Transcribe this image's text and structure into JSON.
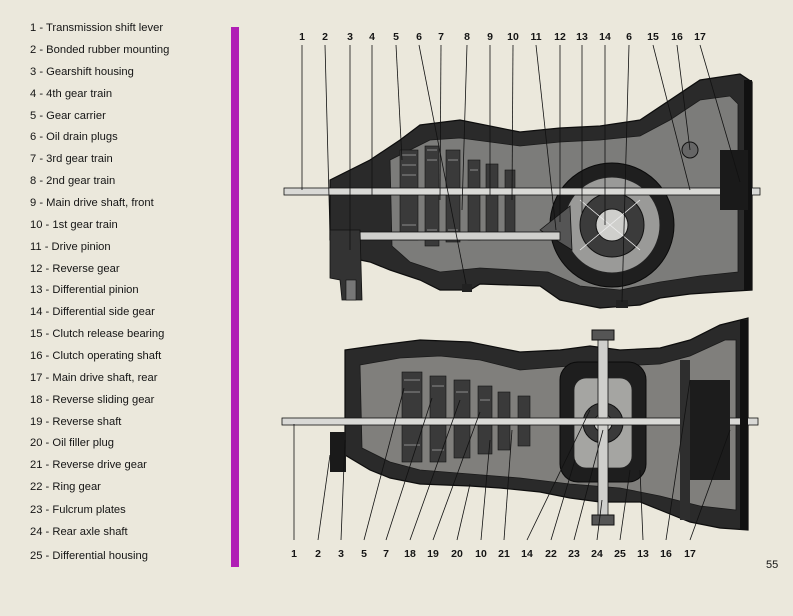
{
  "legend": [
    "1 - Transmission shift lever",
    "2 - Bonded rubber mounting",
    "3 - Gearshift housing",
    "4 - 4th gear train",
    "5 - Gear carrier",
    "6 - Oil drain plugs",
    "7 - 3rd gear train",
    "8 - 2nd gear train",
    "9 - Main drive shaft, front",
    "10 - 1st gear train",
    "11 - Drive pinion",
    "12 - Reverse gear",
    "13 - Differential pinion",
    "14 - Differential side gear",
    "15 - Clutch release bearing",
    "16 - Clutch operating shaft",
    "17 - Main drive shaft, rear",
    "18 - Reverse sliding gear",
    "19 - Reverse shaft",
    "20 - Oil filler plug",
    "21 - Reverse drive gear",
    "22 - Ring gear",
    "23 - Fulcrum plates",
    "24 - Rear axle shaft",
    "25 - Differential housing"
  ],
  "top_callouts": [
    "1",
    "2",
    "3",
    "4",
    "5",
    "6",
    "7",
    "8",
    "9",
    "10",
    "11",
    "12",
    "13",
    "14",
    "6",
    "15",
    "16",
    "17"
  ],
  "bottom_callouts": [
    "1",
    "2",
    "3",
    "5",
    "7",
    "18",
    "19",
    "20",
    "10",
    "21",
    "14",
    "22",
    "23",
    "24",
    "25",
    "13",
    "16",
    "17"
  ],
  "page_number": "55",
  "colors": {
    "accent_bar": "#b01fb5",
    "paper": "#ebe8dc",
    "ink": "#151515"
  }
}
